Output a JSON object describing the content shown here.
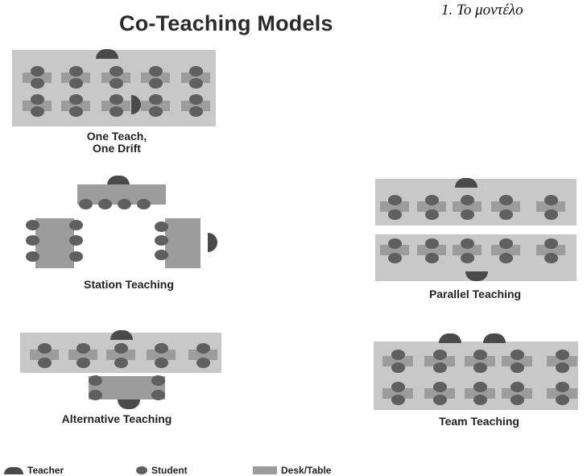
{
  "header": {
    "greek_text": "1.   Το μοντέλο",
    "title": "Co-Teaching Models"
  },
  "models": [
    {
      "id": "one-teach-one-drift",
      "caption_line1": "One Teach,",
      "caption_line2": "One Drift"
    },
    {
      "id": "station",
      "caption": "Station Teaching"
    },
    {
      "id": "parallel",
      "caption": "Parallel Teaching"
    },
    {
      "id": "alternative",
      "caption": "Alternative Teaching"
    },
    {
      "id": "team",
      "caption": "Team Teaching"
    }
  ],
  "legend": {
    "teacher": "Teacher",
    "student": "Student",
    "desk": "Desk/Table"
  },
  "colors": {
    "room": "#c8c8c8",
    "desk": "#9c9c9c",
    "student": "#5f5f5f",
    "teacher": "#4a4a4a"
  }
}
